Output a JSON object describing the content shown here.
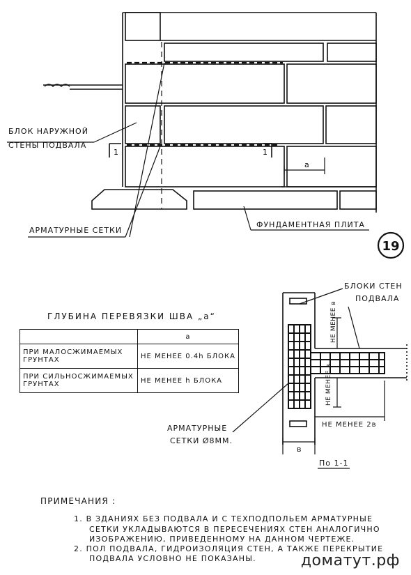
{
  "labels": {
    "outer_wall_block_l1": "БЛОК НАРУЖНОЙ",
    "outer_wall_block_l2": "СТЕНЫ ПОДВАЛА",
    "reinforcement_meshes_top": "АРМАТУРНЫЕ СЕТКИ",
    "foundation_plate": "ФУНДАМЕНТНАЯ ПЛИТА",
    "dim_a": "а",
    "section_mark_left": "1",
    "section_mark_right": "1",
    "sheet_number": "19"
  },
  "table": {
    "title": "ГЛУБИНА ПЕРЕВЯЗКИ ШВА „а“",
    "header": "а",
    "rows": [
      {
        "condition": "ПРИ МАЛОСЖИМАЕМЫХ ГРУНТАХ",
        "value": "НЕ МЕНЕЕ 0.4h БЛОКА"
      },
      {
        "condition": "ПРИ СИЛЬНОСЖИМАЕМЫХ ГРУНТАХ",
        "value": "НЕ МЕНЕЕ h БЛОКА"
      }
    ]
  },
  "section": {
    "wall_blocks_l1": "БЛОКИ СТЕН",
    "wall_blocks_l2": "ПОДВАЛА",
    "not_less_b_top": "НЕ МЕНЕЕ в",
    "not_less_b_bottom": "НЕ МЕНЕЕ в",
    "not_less_2b": "НЕ МЕНЕЕ 2в",
    "mesh_l1": "АРМАТУРНЫЕ",
    "mesh_l2": "СЕТКИ Ø8ММ.",
    "dim_b": "в",
    "caption": "По 1-1"
  },
  "notes": {
    "heading": "ПРИМЕЧАНИЯ :",
    "item1_l1": "1.  В ЗДАНИЯХ БЕЗ ПОДВАЛА И С ТЕХПОДПОЛЬЕМ АРМАТУРНЫЕ",
    "item1_l2": "СЕТКИ УКЛАДЫВАЮТСЯ В ПЕРЕСЕЧЕНИЯХ СТЕН АНАЛОГИЧНО",
    "item1_l3": "ИЗОБРАЖЕНИЮ, ПРИВЕДЕННОМУ НА ДАННОМ ЧЕРТЕЖЕ.",
    "item2_l1": "2.  ПОЛ ПОДВАЛА, ГИДРОИЗОЛЯЦИЯ СТЕН, А ТАКЖЕ ПЕРЕКРЫТИЕ",
    "item2_l2": "ПОДВАЛА УСЛОВНО НЕ ПОКАЗАНЫ."
  },
  "watermark": "доматут.рф"
}
